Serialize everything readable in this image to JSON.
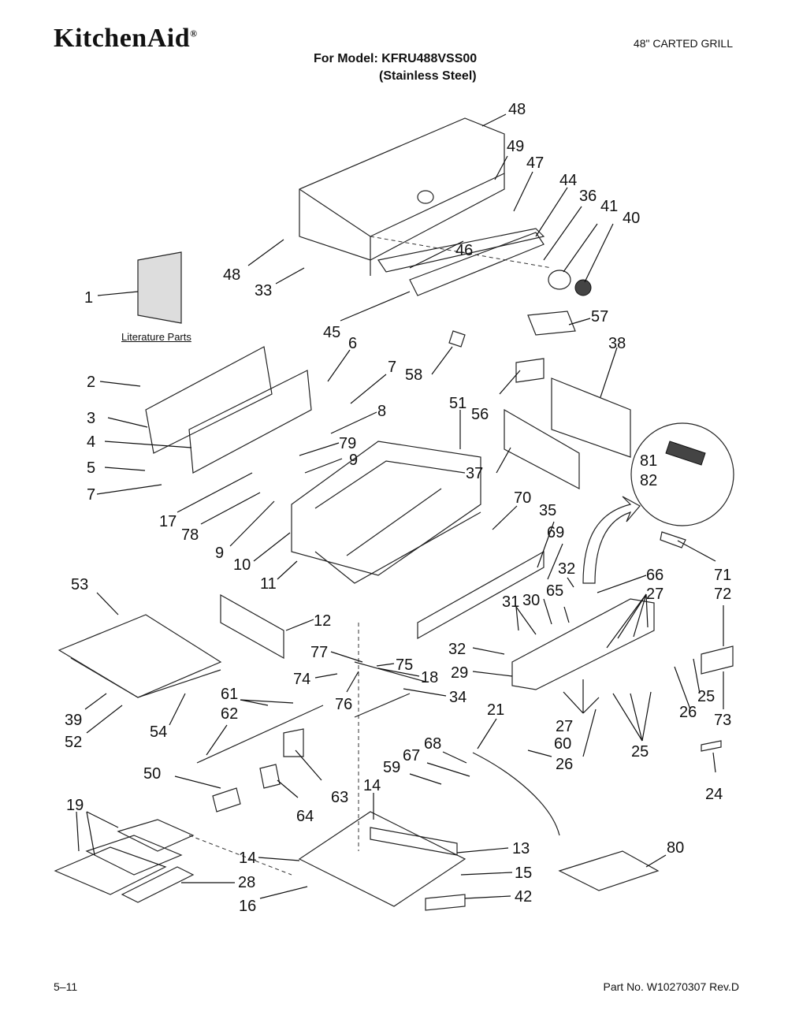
{
  "header": {
    "brand": "KitchenAid",
    "brand_mark": "®",
    "product": "48\" CARTED GRILL",
    "model_line": "For Model: KFRU488VSS00",
    "material": "(Stainless Steel)"
  },
  "diagram": {
    "literature_label": "Literature Parts"
  },
  "callouts": [
    {
      "id": "c48a",
      "text": "48"
    },
    {
      "id": "c49",
      "text": "49"
    },
    {
      "id": "c47",
      "text": "47"
    },
    {
      "id": "c44",
      "text": "44"
    },
    {
      "id": "c36",
      "text": "36"
    },
    {
      "id": "c41",
      "text": "41"
    },
    {
      "id": "c40",
      "text": "40"
    },
    {
      "id": "c46",
      "text": "46"
    },
    {
      "id": "c48b",
      "text": "48"
    },
    {
      "id": "c33",
      "text": "33"
    },
    {
      "id": "c1",
      "text": "1"
    },
    {
      "id": "c45",
      "text": "45"
    },
    {
      "id": "c6",
      "text": "6"
    },
    {
      "id": "c57",
      "text": "57"
    },
    {
      "id": "c38",
      "text": "38"
    },
    {
      "id": "c58",
      "text": "58"
    },
    {
      "id": "c7a",
      "text": "7"
    },
    {
      "id": "c2",
      "text": "2"
    },
    {
      "id": "c3",
      "text": "3"
    },
    {
      "id": "c8",
      "text": "8"
    },
    {
      "id": "c51",
      "text": "51"
    },
    {
      "id": "c56",
      "text": "56"
    },
    {
      "id": "c4",
      "text": "4"
    },
    {
      "id": "c79",
      "text": "79"
    },
    {
      "id": "c9a",
      "text": "9"
    },
    {
      "id": "c37",
      "text": "37"
    },
    {
      "id": "c81",
      "text": "81"
    },
    {
      "id": "c82",
      "text": "82"
    },
    {
      "id": "c5",
      "text": "5"
    },
    {
      "id": "c7b",
      "text": "7"
    },
    {
      "id": "c17",
      "text": "17"
    },
    {
      "id": "c78",
      "text": "78"
    },
    {
      "id": "c70",
      "text": "70"
    },
    {
      "id": "c35",
      "text": "35"
    },
    {
      "id": "c69",
      "text": "69"
    },
    {
      "id": "c71",
      "text": "71"
    },
    {
      "id": "c9b",
      "text": "9"
    },
    {
      "id": "c10",
      "text": "10"
    },
    {
      "id": "c11",
      "text": "11"
    },
    {
      "id": "c32a",
      "text": "32"
    },
    {
      "id": "c66",
      "text": "66"
    },
    {
      "id": "c27a",
      "text": "27"
    },
    {
      "id": "c72",
      "text": "72"
    },
    {
      "id": "c53",
      "text": "53"
    },
    {
      "id": "c31",
      "text": "31"
    },
    {
      "id": "c30",
      "text": "30"
    },
    {
      "id": "c65",
      "text": "65"
    },
    {
      "id": "c12",
      "text": "12"
    },
    {
      "id": "c77",
      "text": "77"
    },
    {
      "id": "c75",
      "text": "75"
    },
    {
      "id": "c32b",
      "text": "32"
    },
    {
      "id": "c74",
      "text": "74"
    },
    {
      "id": "c18",
      "text": "18"
    },
    {
      "id": "c29",
      "text": "29"
    },
    {
      "id": "c76",
      "text": "76"
    },
    {
      "id": "c34",
      "text": "34"
    },
    {
      "id": "c25a",
      "text": "25"
    },
    {
      "id": "c26a",
      "text": "26"
    },
    {
      "id": "c73",
      "text": "73"
    },
    {
      "id": "c61",
      "text": "61"
    },
    {
      "id": "c39",
      "text": "39"
    },
    {
      "id": "c62",
      "text": "62"
    },
    {
      "id": "c52",
      "text": "52"
    },
    {
      "id": "c54",
      "text": "54"
    },
    {
      "id": "c21",
      "text": "21"
    },
    {
      "id": "c27b",
      "text": "27"
    },
    {
      "id": "c60",
      "text": "60"
    },
    {
      "id": "c26b",
      "text": "26"
    },
    {
      "id": "c25b",
      "text": "25"
    },
    {
      "id": "c68",
      "text": "68"
    },
    {
      "id": "c67",
      "text": "67"
    },
    {
      "id": "c59",
      "text": "59"
    },
    {
      "id": "c50",
      "text": "50"
    },
    {
      "id": "c63",
      "text": "63"
    },
    {
      "id": "c14a",
      "text": "14"
    },
    {
      "id": "c64",
      "text": "64"
    },
    {
      "id": "c24",
      "text": "24"
    },
    {
      "id": "c19",
      "text": "19"
    },
    {
      "id": "c13",
      "text": "13"
    },
    {
      "id": "c80",
      "text": "80"
    },
    {
      "id": "c14b",
      "text": "14"
    },
    {
      "id": "c15",
      "text": "15"
    },
    {
      "id": "c28",
      "text": "28"
    },
    {
      "id": "c42",
      "text": "42"
    },
    {
      "id": "c16",
      "text": "16"
    }
  ],
  "footer": {
    "page": "5–11",
    "part_no": "Part No. W10270307 Rev.D"
  }
}
